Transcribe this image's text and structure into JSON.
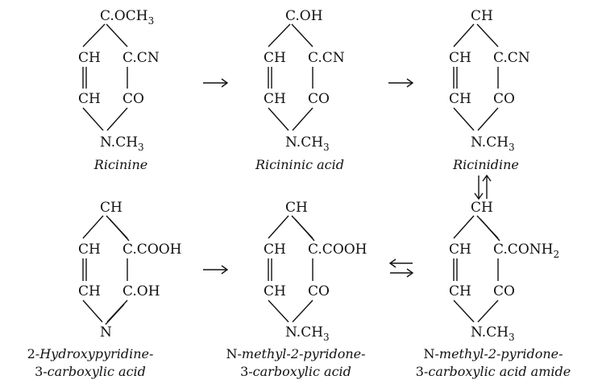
{
  "molecules": [
    {
      "top": "C.OCH",
      "top_sub": "3",
      "left_upper": "CH",
      "right_upper": "C.CN",
      "left_lower": "CH",
      "right_lower": "CO",
      "bottom": "N.CH",
      "bottom_sub": "3",
      "caption": "Ricinine"
    },
    {
      "top": "C.OH",
      "top_sub": "",
      "left_upper": "CH",
      "right_upper": "C.CN",
      "left_lower": "CH",
      "right_lower": "CO",
      "bottom": "N.CH",
      "bottom_sub": "3",
      "caption": "Ricininic acid"
    },
    {
      "top": "CH",
      "top_sub": "",
      "left_upper": "CH",
      "right_upper": "C.CN",
      "left_lower": "CH",
      "right_lower": "CO",
      "bottom": "N.CH",
      "bottom_sub": "3",
      "caption": "Ricinidine"
    },
    {
      "top": "CH",
      "top_sub": "",
      "left_upper": "CH",
      "right_upper": "C.COOH",
      "left_lower": "CH",
      "right_lower": "C.OH",
      "bottom": "N",
      "bottom_sub": "",
      "caption_l1_prefix": "2-",
      "caption_l1": "Hydroxypyridine-",
      "caption_l2_prefix": "3-",
      "caption_l2": "carboxylic acid"
    },
    {
      "top": "CH",
      "top_sub": "",
      "left_upper": "CH",
      "right_upper": "C.COOH",
      "left_lower": "CH",
      "right_lower": "CO",
      "bottom": "N.CH",
      "bottom_sub": "3",
      "caption_l1_prefix": "N-",
      "caption_l1": "methyl-2-pyridone-",
      "caption_l2_prefix": "3-",
      "caption_l2": "carboxylic acid"
    },
    {
      "top": "CH",
      "top_sub": "",
      "left_upper": "CH",
      "right_upper": "C.CONH",
      "right_upper_sub": "2",
      "left_lower": "CH",
      "right_lower": "CO",
      "bottom": "N.CH",
      "bottom_sub": "3",
      "caption_l1_prefix": "N-",
      "caption_l1": "methyl-2-pyridone-",
      "caption_l2_prefix": "3-",
      "caption_l2": "carboxylic acid amide"
    }
  ]
}
